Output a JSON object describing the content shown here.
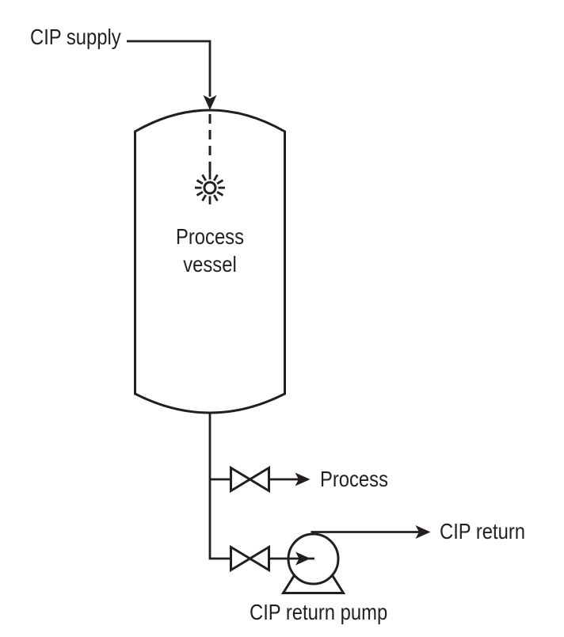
{
  "diagram": {
    "background_color": "#ffffff",
    "line_color": "#231f20",
    "labels": {
      "cip_supply": "CIP supply",
      "vessel_line1": "Process",
      "vessel_line2": "vessel",
      "process_branch": "Process",
      "cip_return": "CIP return",
      "cip_return_pump": "CIP return pump"
    },
    "icons": [
      "spray-ball-icon",
      "valve-icon",
      "pump-icon",
      "arrow-icon"
    ]
  }
}
